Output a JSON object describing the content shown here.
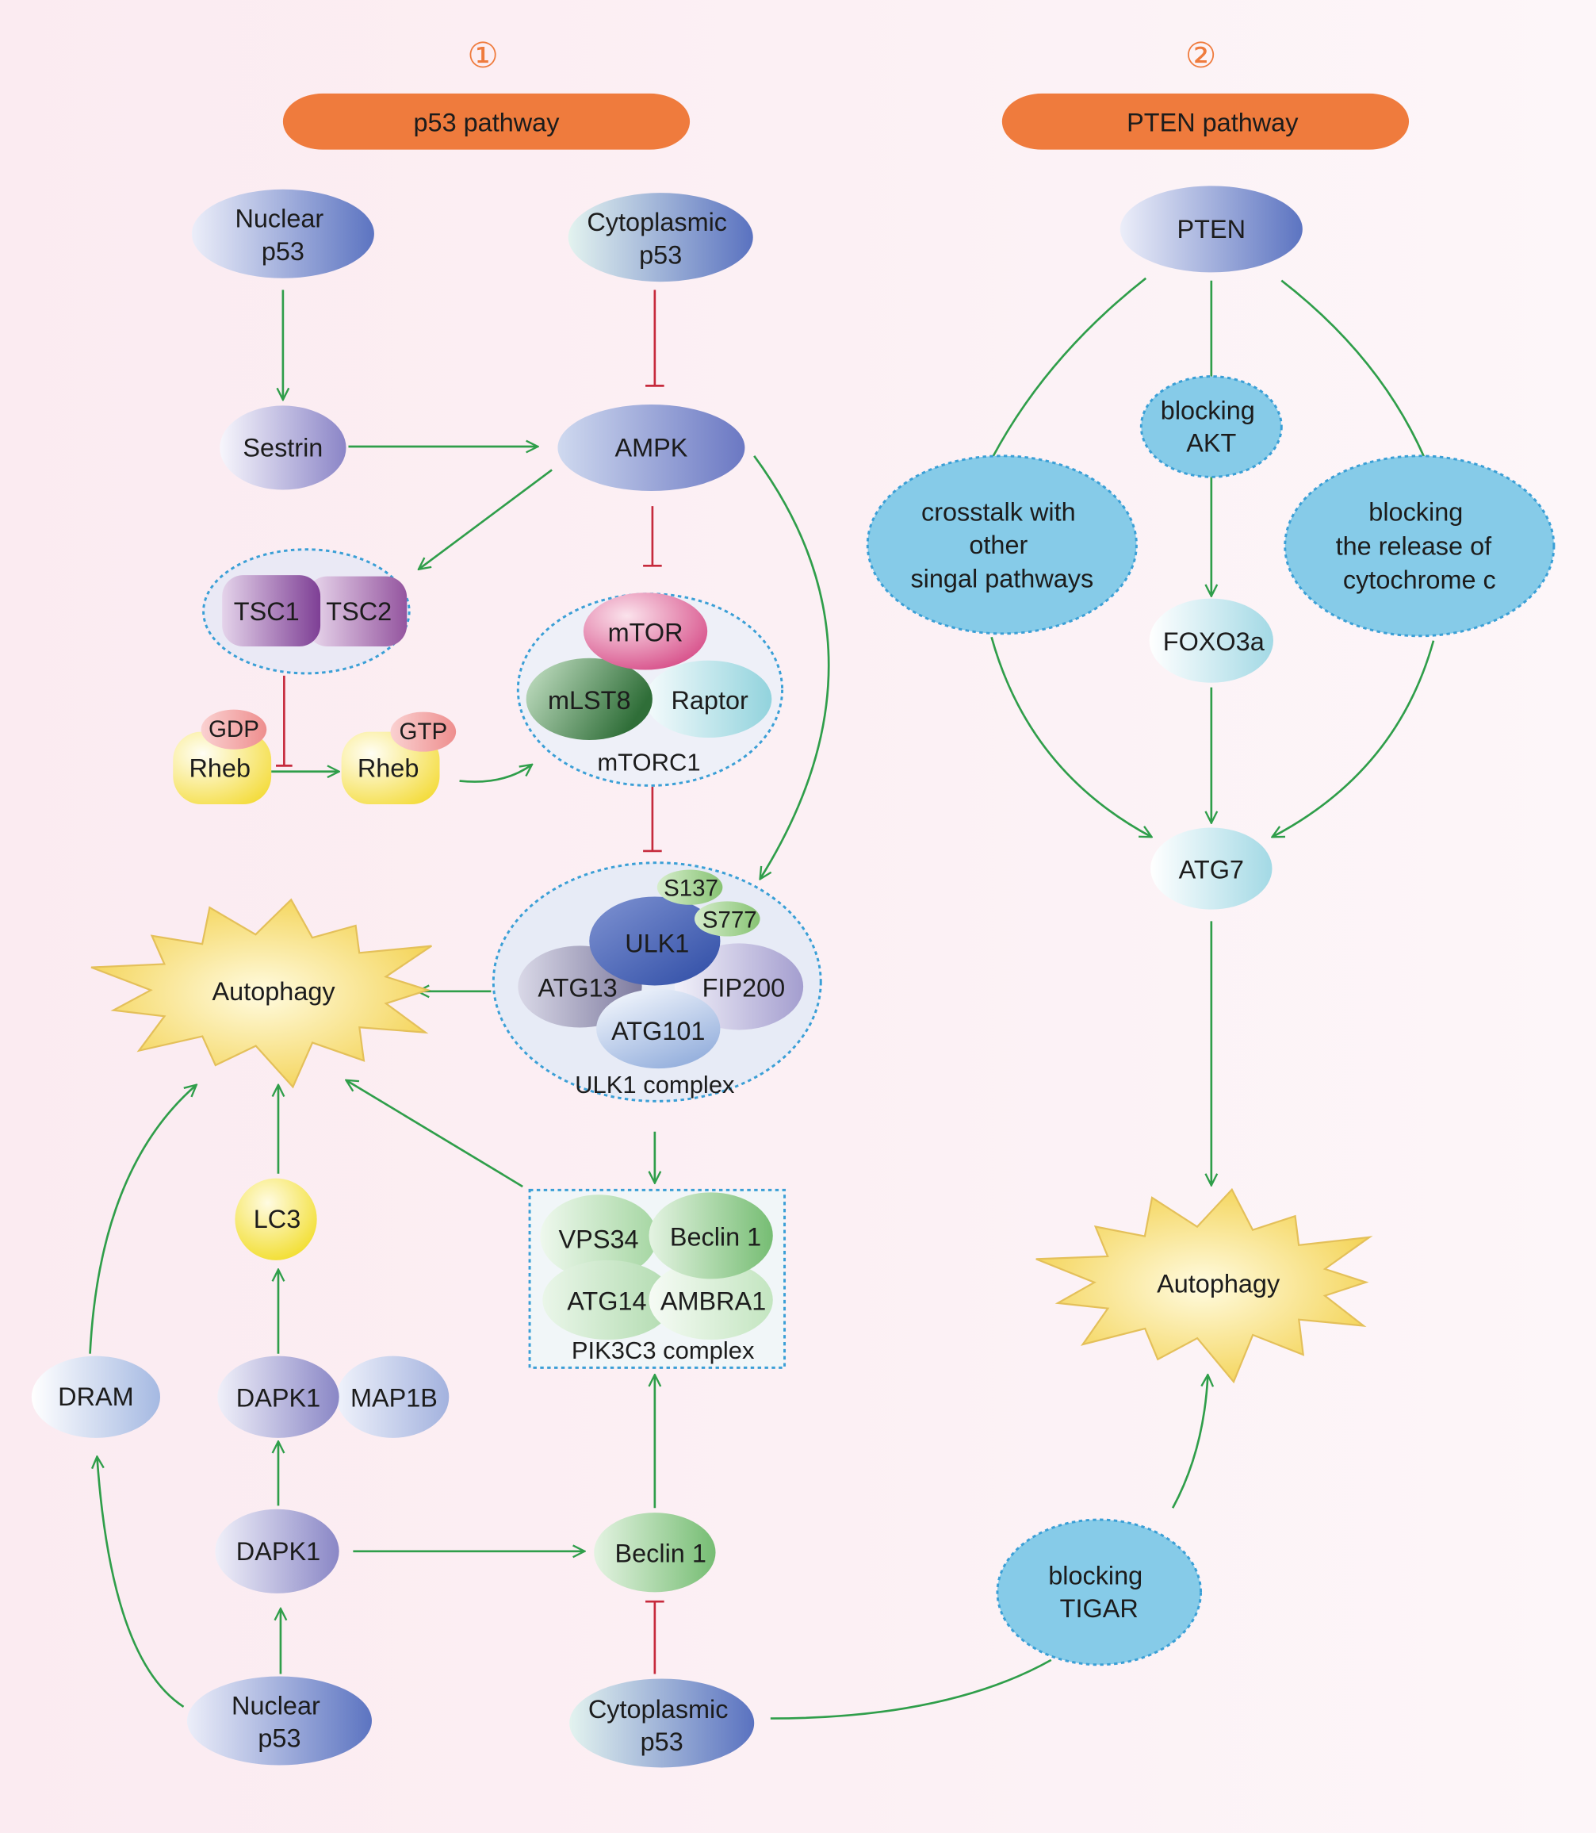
{
  "headers": {
    "left": {
      "number": "①",
      "label": "p53 pathway"
    },
    "right": {
      "number": "②",
      "label": "PTEN pathway"
    }
  },
  "p53_pathway": {
    "nuclear_p53_top": [
      "Nuclear",
      "p53"
    ],
    "cytoplasmic_p53_top": [
      "Cytoplasmic",
      "p53"
    ],
    "sestrin": "Sestrin",
    "ampk": "AMPK",
    "tsc1": "TSC1",
    "tsc2": "TSC2",
    "rheb_gdp": {
      "label": "Rheb",
      "nucleotide": "GDP"
    },
    "rheb_gtp": {
      "label": "Rheb",
      "nucleotide": "GTP"
    },
    "mtorc1": {
      "label": "mTORC1",
      "subunits": [
        "mTOR",
        "mLST8",
        "Raptor"
      ]
    },
    "ulk1_complex": {
      "label": "ULK1 complex",
      "subunits": [
        "ULK1",
        "ATG13",
        "FIP200",
        "ATG101"
      ],
      "sites": [
        "S137",
        "S777"
      ]
    },
    "autophagy": "Autophagy",
    "pik3c3_complex": {
      "label": "PIK3C3 complex",
      "subunits": [
        "VPS34",
        "Beclin 1",
        "ATG14",
        "AMBRA1"
      ]
    },
    "lc3": "LC3",
    "dapk1_map1b": [
      "DAPK1",
      "MAP1B"
    ],
    "dram": "DRAM",
    "dapk1": "DAPK1",
    "beclin1": "Beclin 1",
    "nuclear_p53_bottom": [
      "Nuclear",
      "p53"
    ],
    "cytoplasmic_p53_bottom": [
      "Cytoplasmic",
      "p53"
    ]
  },
  "pten_pathway": {
    "pten": "PTEN",
    "blocking_akt": [
      "blocking",
      "AKT"
    ],
    "crosstalk": [
      "crosstalk with",
      "other",
      "singal pathways"
    ],
    "blocking_cytochrome": [
      "blocking",
      "the release of",
      "cytochrome c"
    ],
    "foxo3a": "FOXO3a",
    "atg7": "ATG7",
    "autophagy": "Autophagy",
    "blocking_tigar": [
      "blocking",
      "TIGAR"
    ]
  },
  "colors": {
    "activation": "#2f9e4a",
    "inhibition": "#c62a3c",
    "header": "#ef7b3d"
  }
}
